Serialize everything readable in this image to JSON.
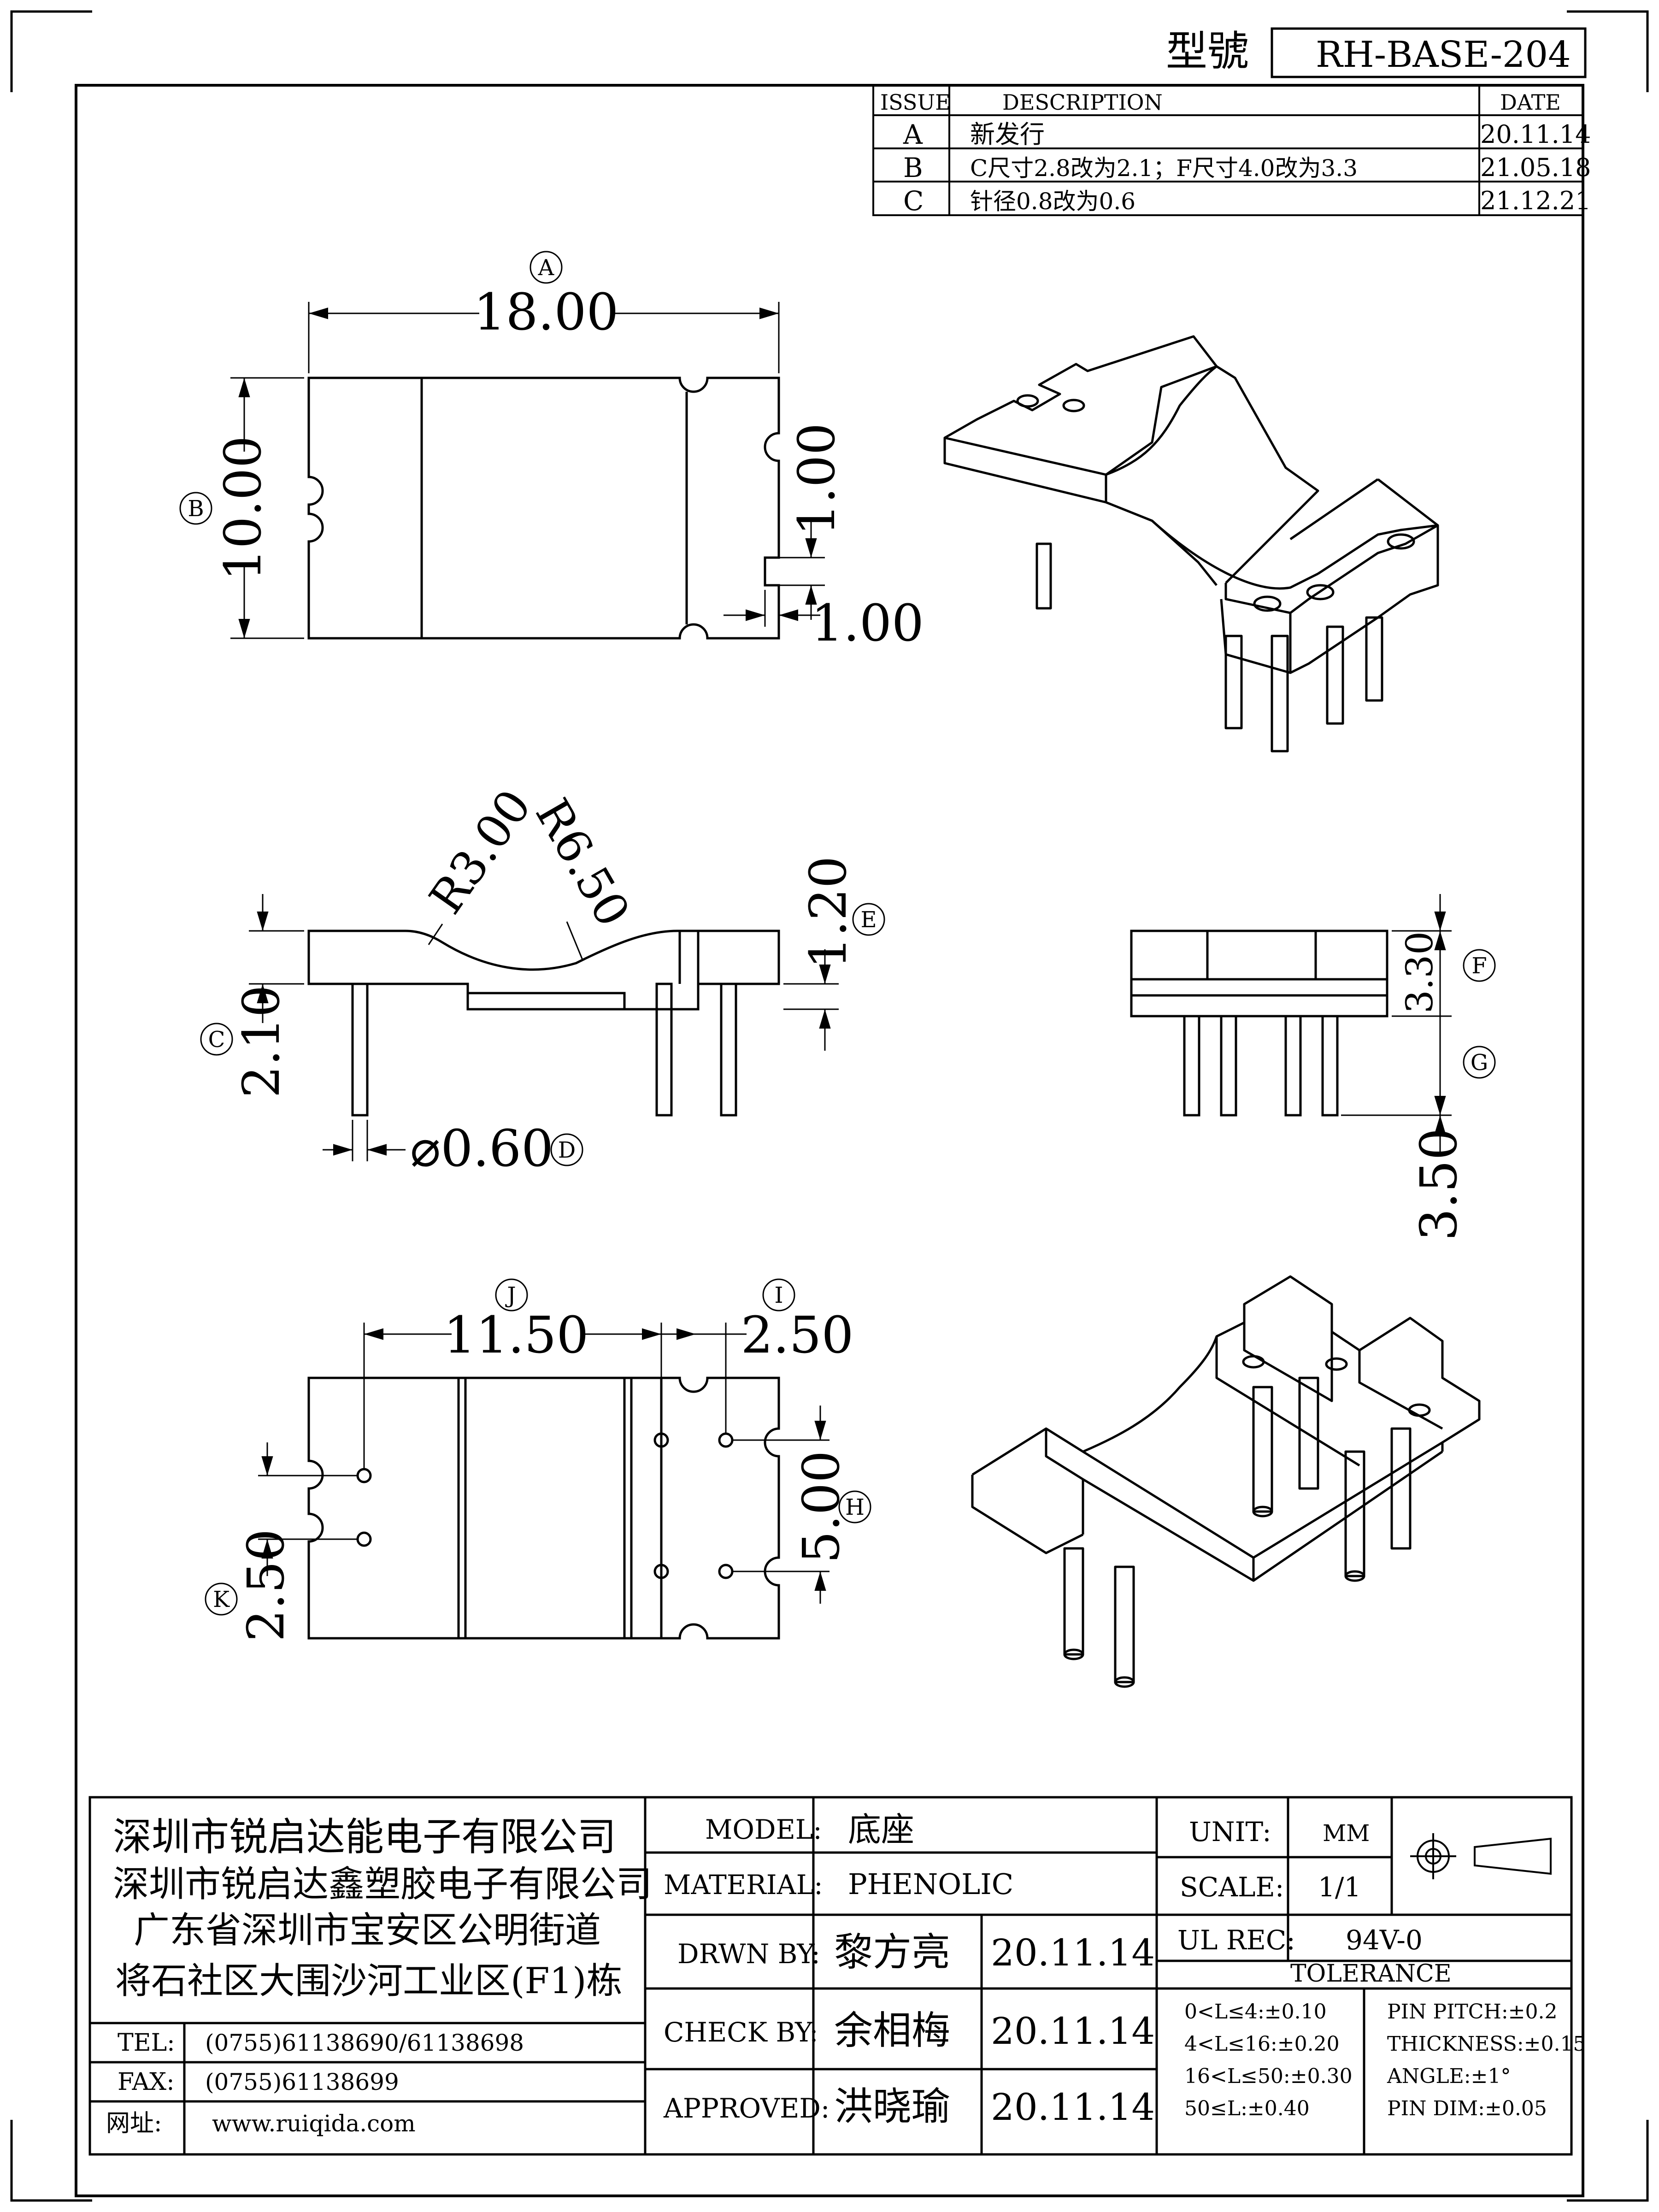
{
  "header": {
    "model_label": "型號",
    "model_value": "RH-BASE-204"
  },
  "revisions": {
    "columns": [
      "ISSUE",
      "DESCRIPTION",
      "DATE"
    ],
    "rows": [
      {
        "issue": "A",
        "desc": "新发行",
        "date": "20.11.14"
      },
      {
        "issue": "B",
        "desc": "C尺寸2.8改为2.1；F尺寸4.0改为3.3",
        "date": "21.05.18"
      },
      {
        "issue": "C",
        "desc": "针径0.8改为0.6",
        "date": "21.12.21"
      }
    ]
  },
  "dimensions": {
    "A": {
      "marker": "A",
      "value": "18.00"
    },
    "B": {
      "marker": "B",
      "value": "10.00"
    },
    "slot_h": "1.00",
    "slot_w": "1.00",
    "r1": "R3.00",
    "r2": "R6.50",
    "C": {
      "marker": "C",
      "value": "2.10"
    },
    "D": {
      "marker": "D",
      "value": "⌀0.60"
    },
    "E": {
      "marker": "E",
      "value": "1.20"
    },
    "F": {
      "marker": "F",
      "value": "3.30"
    },
    "G": {
      "marker": "G",
      "value": "3.50"
    },
    "J": {
      "marker": "J",
      "value": "11.50"
    },
    "I": {
      "marker": "I",
      "value": "2.50"
    },
    "H": {
      "marker": "H",
      "value": "5.00"
    },
    "K": {
      "marker": "K",
      "value": "2.50"
    }
  },
  "company": {
    "lines": [
      "深圳市锐启达能电子有限公司",
      "深圳市锐启达鑫塑胶电子有限公司",
      "广东省深圳市宝安区公明街道",
      "将石社区大围沙河工业区(F1)栋"
    ],
    "tel_label": "TEL:",
    "tel": "(0755)61138690/61138698",
    "fax_label": "FAX:",
    "fax": "(0755)61138699",
    "web_label": "网址:",
    "web": "www.ruiqida.com"
  },
  "title_block": {
    "model_label": "MODEL:",
    "model": "底座",
    "material_label": "MATERIAL:",
    "material": "PHENOLIC",
    "drawn_label": "DRWN BY:",
    "drawn_by": "黎方亮",
    "drawn_date": "20.11.14",
    "check_label": "CHECK BY:",
    "check_by": "余相梅",
    "check_date": "20.11.14",
    "approved_label": "APPROVED:",
    "approved_by": "洪晓瑜",
    "approved_date": "20.11.14",
    "unit_label": "UNIT:",
    "unit": "MM",
    "scale_label": "SCALE:",
    "scale": "1/1",
    "ul_label": "UL REC:",
    "ul": "94V-0",
    "tolerance_label": "TOLERANCE",
    "tol_left": [
      "0<L≤4:±0.10",
      "4<L≤16:±0.20",
      "16<L≤50:±0.30",
      "50≤L:±0.40"
    ],
    "tol_right": [
      "PIN PITCH:±0.2",
      "THICKNESS:±0.15",
      "ANGLE:±1°",
      "PIN DIM:±0.05"
    ]
  }
}
